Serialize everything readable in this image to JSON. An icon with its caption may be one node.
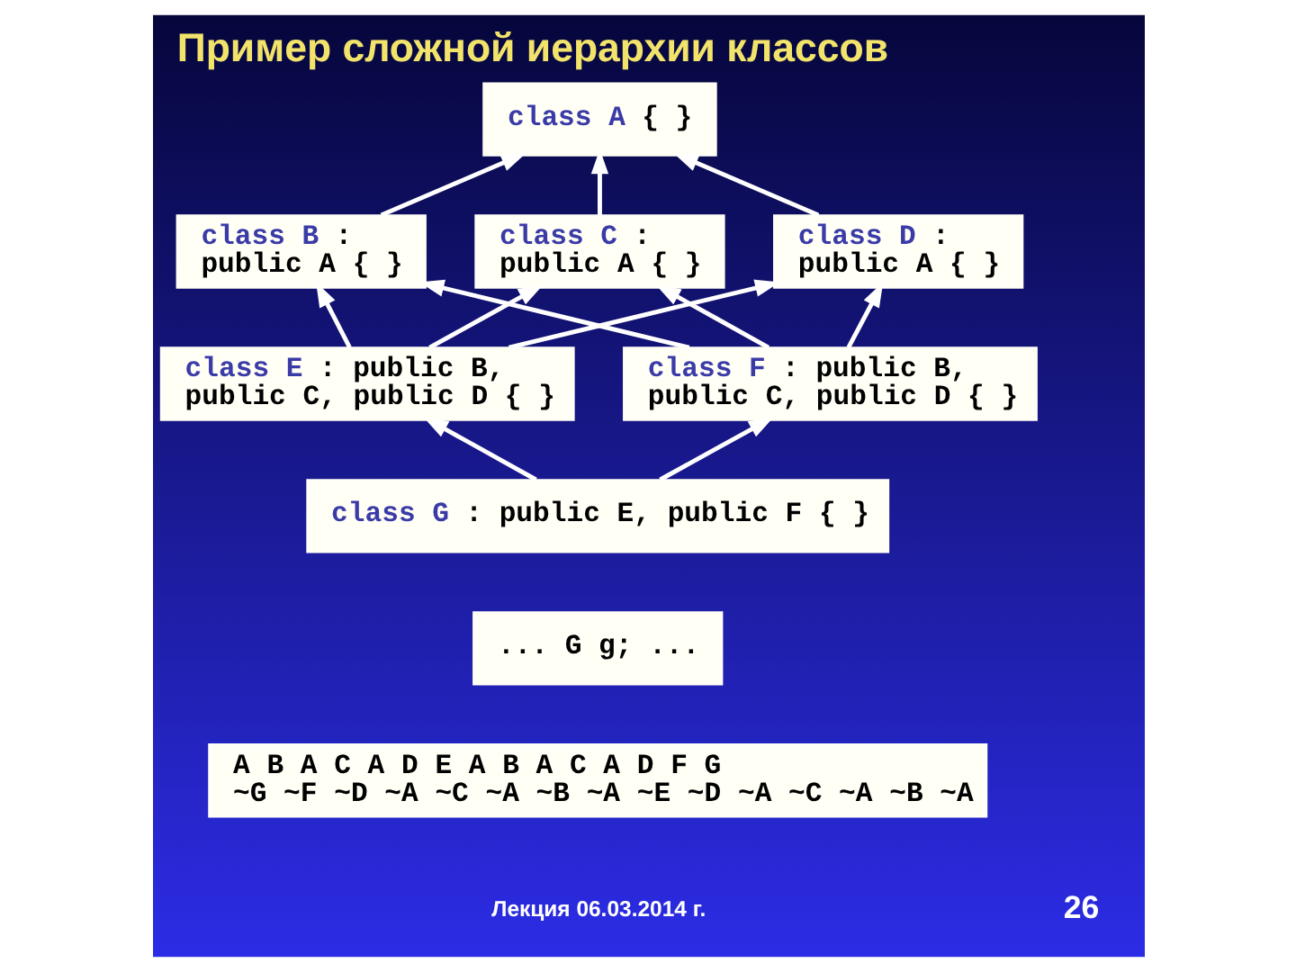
{
  "diagram": {
    "title": "Пример сложной иерархии классов",
    "nodes": [
      {
        "text": [
          "class A { }"
        ]
      },
      {
        "text": [
          "class B : public A { }"
        ]
      },
      {
        "text": [
          "class C : public A { }"
        ]
      },
      {
        "text": [
          "class D : public A { }"
        ]
      },
      {
        "text": [
          "class E : public B, public C, public D { }"
        ]
      },
      {
        "text": [
          "class F : public B, public C, public D { }"
        ]
      },
      {
        "text": [
          "class G : public E, public F { }"
        ]
      },
      {
        "text": [
          "... G g; ..."
        ]
      },
      {
        "text": [
          "A B A C A D E A B A C A D F G",
          "~G ~F ~D ~A ~C ~A ~B ~A ~E ~D ~A ~C ~A ~B ~A"
        ]
      }
    ],
    "edges": [
      {
        "from": 1,
        "to": 0,
        "arrow": "to"
      },
      {
        "from": 2,
        "to": 0,
        "arrow": "to"
      },
      {
        "from": 3,
        "to": 0,
        "arrow": "to"
      },
      {
        "from": 4,
        "to": 1,
        "arrow": "to"
      },
      {
        "from": 4,
        "to": 2,
        "arrow": "to"
      },
      {
        "from": 4,
        "to": 3,
        "arrow": "to"
      },
      {
        "from": 5,
        "to": 1,
        "arrow": "to"
      },
      {
        "from": 5,
        "to": 2,
        "arrow": "to"
      },
      {
        "from": 5,
        "to": 3,
        "arrow": "to"
      },
      {
        "from": 6,
        "to": 4,
        "arrow": "to"
      },
      {
        "from": 6,
        "to": 5,
        "arrow": "to"
      }
    ],
    "labels": [
      "Лекция 06.03.2014 г.",
      "26"
    ]
  }
}
